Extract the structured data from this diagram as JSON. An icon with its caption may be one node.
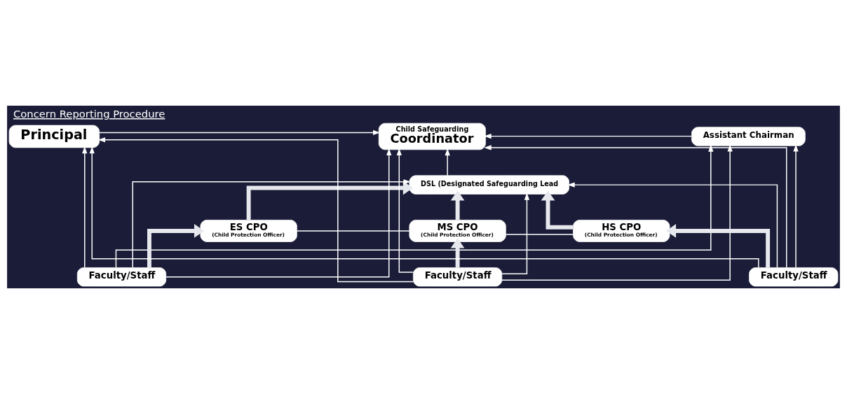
{
  "diagram": {
    "title": "Concern Reporting Procedure",
    "nodes": [
      {
        "text": [
          "Principal"
        ]
      },
      {
        "text": [
          "Child Safeguarding",
          "Coordinator"
        ]
      },
      {
        "text": [
          "Assistant Chairman"
        ]
      },
      {
        "text": [
          "DSL (Designated Safeguarding Lead"
        ]
      },
      {
        "text": [
          "ES CPO",
          "(Child Protection Officer)"
        ]
      },
      {
        "text": [
          "MS CPO",
          "(Child Protection Officer)"
        ]
      },
      {
        "text": [
          "HS CPO",
          "(Child Protection Officer)"
        ]
      },
      {
        "text": [
          "Faculty/Staff"
        ]
      },
      {
        "text": [
          "Faculty/Staff"
        ]
      },
      {
        "text": [
          "Faculty/Staff"
        ]
      }
    ],
    "edges": [
      {
        "from": 0,
        "to": 1,
        "arrow": "to"
      },
      {
        "from": 2,
        "to": 1,
        "arrow": "to"
      },
      {
        "from": 3,
        "to": 1,
        "arrow": "to"
      },
      {
        "from": 4,
        "to": 3,
        "arrow": "to",
        "style": "thick"
      },
      {
        "from": 5,
        "to": 3,
        "arrow": "to",
        "style": "thick"
      },
      {
        "from": 6,
        "to": 3,
        "arrow": "to",
        "style": "thick"
      },
      {
        "from": 4,
        "to": 5,
        "arrow": "none"
      },
      {
        "from": 5,
        "to": 6,
        "arrow": "none"
      },
      {
        "from": 7,
        "to": 4,
        "arrow": "to",
        "style": "thick"
      },
      {
        "from": 8,
        "to": 5,
        "arrow": "to",
        "style": "thick"
      },
      {
        "from": 9,
        "to": 6,
        "arrow": "to",
        "style": "thick"
      },
      {
        "from": 7,
        "to": 0,
        "arrow": "to"
      },
      {
        "from": 7,
        "to": 3,
        "arrow": "to"
      },
      {
        "from": 7,
        "to": 1,
        "arrow": "to"
      },
      {
        "from": 7,
        "to": 2,
        "arrow": "to"
      },
      {
        "from": 8,
        "to": 0,
        "arrow": "to"
      },
      {
        "from": 8,
        "to": 3,
        "arrow": "to"
      },
      {
        "from": 8,
        "to": 1,
        "arrow": "to"
      },
      {
        "from": 8,
        "to": 2,
        "arrow": "to"
      },
      {
        "from": 9,
        "to": 0,
        "arrow": "to"
      },
      {
        "from": 9,
        "to": 3,
        "arrow": "to"
      },
      {
        "from": 9,
        "to": 1,
        "arrow": "to"
      },
      {
        "from": 9,
        "to": 2,
        "arrow": "to"
      }
    ]
  }
}
